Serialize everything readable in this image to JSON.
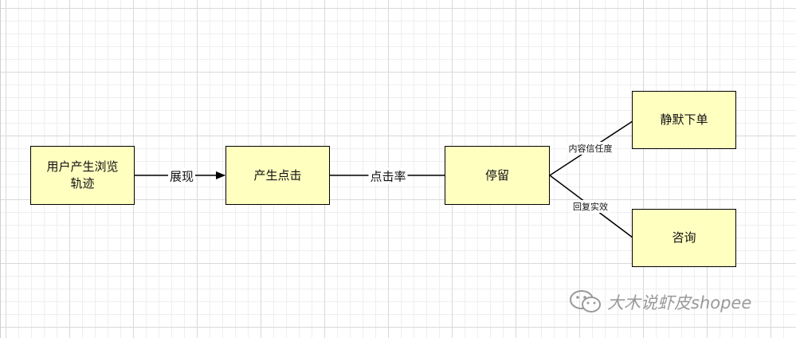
{
  "diagram": {
    "nodes": [
      {
        "id": "browse",
        "label_lines": [
          "用户产生浏览",
          "轨迹"
        ]
      },
      {
        "id": "click",
        "label_lines": [
          "产生点击"
        ]
      },
      {
        "id": "stay",
        "label_lines": [
          "停留"
        ]
      },
      {
        "id": "order",
        "label_lines": [
          "静默下单"
        ]
      },
      {
        "id": "consult",
        "label_lines": [
          "咨询"
        ]
      }
    ],
    "edges": [
      {
        "from": "browse",
        "to": "click",
        "label": "展现",
        "arrow": true
      },
      {
        "from": "click",
        "to": "stay",
        "label": "点击率",
        "arrow": false
      },
      {
        "from": "stay",
        "to": "order",
        "label": "内容信任度",
        "arrow": false
      },
      {
        "from": "stay",
        "to": "consult",
        "label": "回复实效",
        "arrow": false
      }
    ]
  },
  "watermark": {
    "text": "大木说虾皮shopee",
    "icon": "wechat-icon"
  },
  "colors": {
    "node_fill": "#ffffc0",
    "node_border": "#000000",
    "grid": "#d9d9d9",
    "watermark": "#9a9a9a"
  }
}
